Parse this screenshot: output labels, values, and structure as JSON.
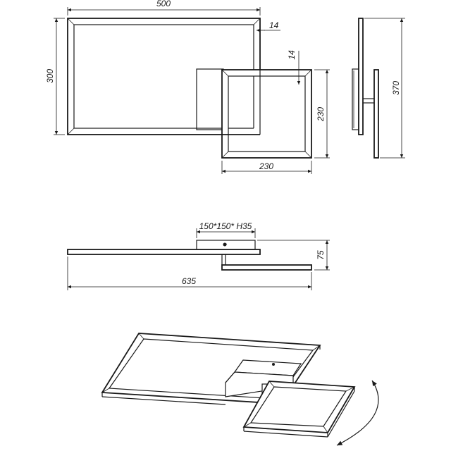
{
  "front_view": {
    "width_label": "500",
    "height_label": "300",
    "frame_thickness_top": "14",
    "frame_thickness_small": "14",
    "small_height_label": "230",
    "small_width_label": "230"
  },
  "side_view": {
    "depth_label": "370"
  },
  "top_view": {
    "canopy_label": "150*150* H35",
    "total_width_label": "635",
    "height_label": "75"
  },
  "perspective_view": {
    "rotation_arrow": "rotation-arrow-icon"
  }
}
